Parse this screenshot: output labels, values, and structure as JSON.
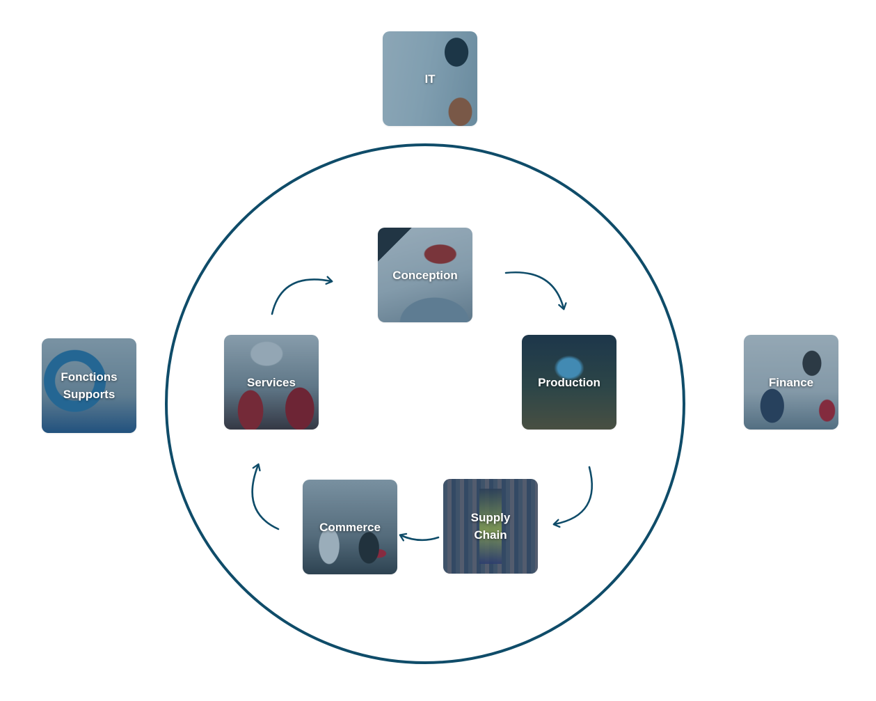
{
  "colors": {
    "ring": "#0f4c69",
    "arrow": "#0f4c69",
    "label_text": "#ffffff",
    "tile_tint": "#123e5c"
  },
  "hub": {
    "label": "IT"
  },
  "cycle": {
    "conception": "Conception",
    "production": "Production",
    "supply_chain": "Supply\nChain",
    "commerce": "Commerce",
    "services": "Services"
  },
  "sides": {
    "fonctions_supports": "Fonctions\nSupports",
    "finance": "Finance"
  }
}
